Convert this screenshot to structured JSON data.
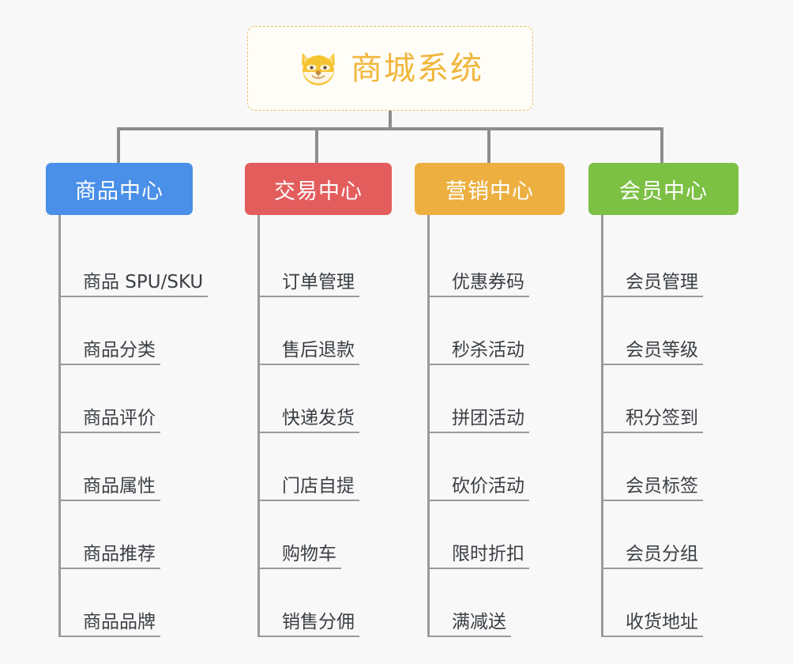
{
  "root": {
    "title": "商城系统",
    "emoji_name": "shiba-dog-face-emoji",
    "border_color": "#edbf6a",
    "text_color": "#f0b63c",
    "background": "#fffdf7"
  },
  "canvas": {
    "background": "#f8f8f8",
    "connector_color": "#8d8d8d",
    "leaf_rule_color": "#9a9a9a",
    "leaf_text_color": "#3b3f44"
  },
  "columns": [
    {
      "id": "product-center",
      "title": "商品中心",
      "color": "#4a90e8",
      "items": [
        "商品 SPU/SKU",
        "商品分类",
        "商品评价",
        "商品属性",
        "商品推荐",
        "商品品牌"
      ]
    },
    {
      "id": "trade-center",
      "title": "交易中心",
      "color": "#e35d5d",
      "items": [
        "订单管理",
        "售后退款",
        "快递发货",
        "门店自提",
        "购物车",
        "销售分佣"
      ]
    },
    {
      "id": "marketing-center",
      "title": "营销中心",
      "color": "#edaf40",
      "items": [
        "优惠券码",
        "秒杀活动",
        "拼团活动",
        "砍价活动",
        "限时折扣",
        "满减送"
      ]
    },
    {
      "id": "member-center",
      "title": "会员中心",
      "color": "#7cc044",
      "items": [
        "会员管理",
        "会员等级",
        "积分签到",
        "会员标签",
        "会员分组",
        "收货地址"
      ]
    }
  ]
}
